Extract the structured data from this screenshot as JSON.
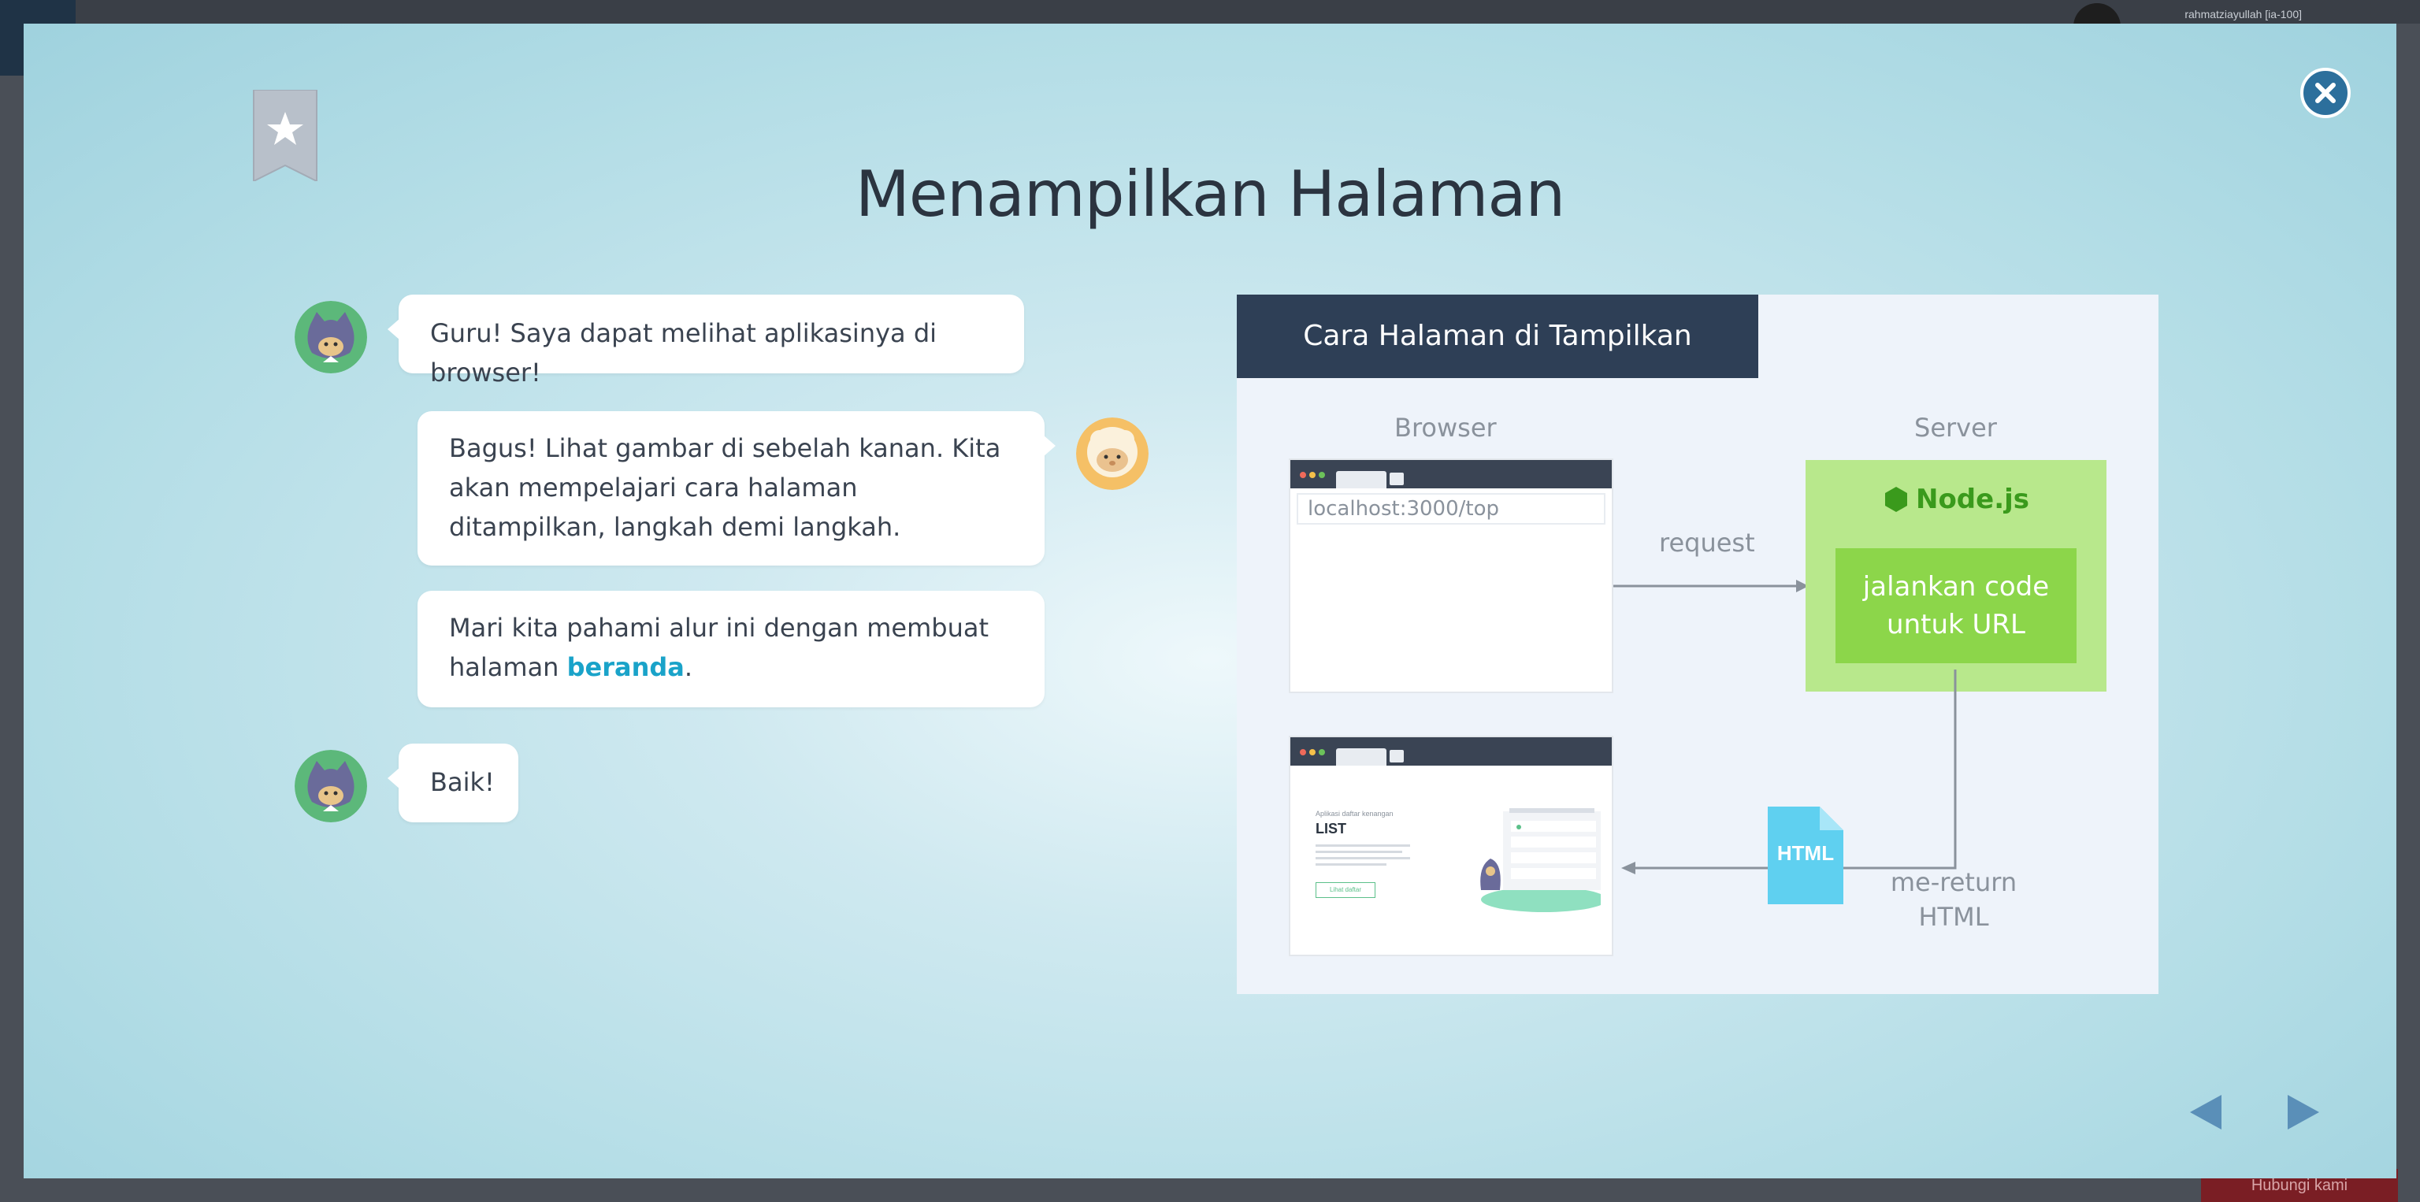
{
  "backdrop": {
    "user_name": "rahmatziayullah [ia-100]",
    "bottom_button": "Hubungi kami"
  },
  "modal": {
    "title": "Menampilkan Halaman"
  },
  "chat": [
    {
      "speaker": "student",
      "text": "Guru! Saya dapat melihat aplikasinya di browser!"
    },
    {
      "speaker": "teacher",
      "text": "Bagus! Lihat gambar di sebelah kanan. Kita akan mempelajari cara halaman ditampilkan, langkah demi langkah."
    },
    {
      "speaker": "teacher",
      "text_before": "Mari kita pahami alur ini dengan membuat halaman ",
      "keyword": "beranda",
      "text_after": "."
    },
    {
      "speaker": "student",
      "text": "Baik!"
    }
  ],
  "diagram": {
    "header": "Cara Halaman di Tampilkan",
    "browser_label": "Browser",
    "server_label": "Server",
    "url": "localhost:3000/top",
    "request_label": "request",
    "node_label": "Node.js",
    "run_line1": "jalankan code",
    "run_line2": "untuk URL",
    "html_file": "HTML",
    "return_line1": "me-return",
    "return_line2": "HTML",
    "page_preview": {
      "subtitle": "Aplikasi daftar kenangan",
      "heading": "LIST",
      "button": "Lihat daftar"
    }
  },
  "colors": {
    "accent": "#1aa3c9",
    "header": "#2e3f56",
    "server": "#b8e88c",
    "node": "#8cd64a",
    "close": "#2c6f9c",
    "nav": "#5a8fb8"
  },
  "icons": [
    "bookmark-star-icon",
    "close-icon",
    "prev-arrow-icon",
    "next-arrow-icon",
    "nodejs-hex-icon",
    "html-file-icon"
  ]
}
